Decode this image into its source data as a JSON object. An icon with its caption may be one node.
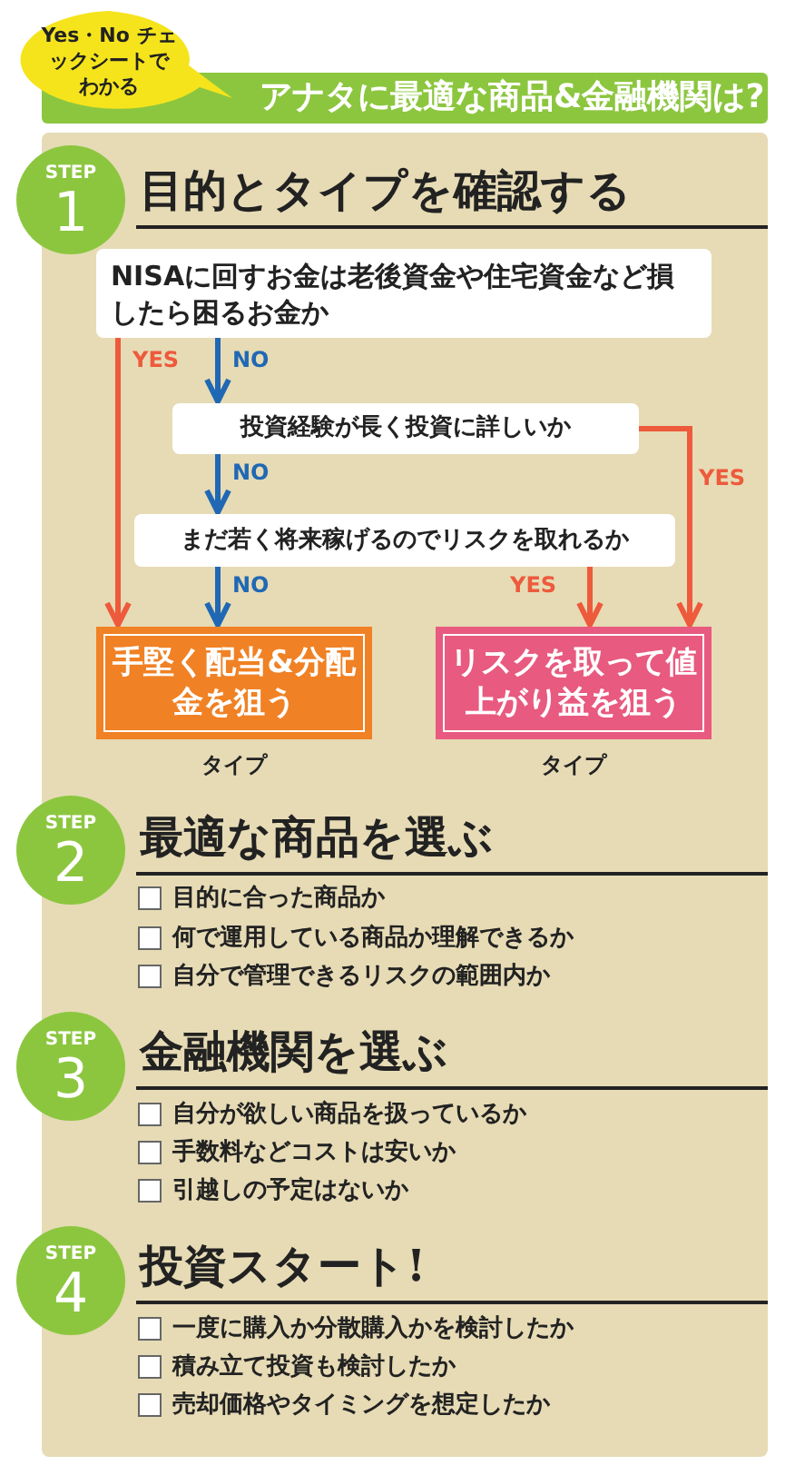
{
  "diagram": {
    "title": "アナタに最適な商品&金融機関は?",
    "nodes": [
      {
        "text": [
          "Yes・No チェックシートでわかる"
        ]
      },
      {
        "text": [],
        "shape": "box"
      },
      {
        "text": [
          "STEP",
          "1"
        ],
        "in": 1
      },
      {
        "text": [
          "NISAに回すお金は老後資金や住宅資金など損したら困るお金か"
        ],
        "in": 1
      },
      {
        "text": [
          "投資経験が長く投資に詳しいか"
        ],
        "in": 1
      },
      {
        "text": [
          "まだ若く将来稼げるのでリスクを取れるか"
        ],
        "in": 1
      },
      {
        "text": [
          "手堅く配当&分配金を狙う"
        ],
        "beside": [
          "タイプ"
        ],
        "in": 1
      },
      {
        "text": [
          "リスクを取って値上がり益を狙う"
        ],
        "beside": [
          "タイプ"
        ],
        "in": 1
      },
      {
        "text": [
          "STEP",
          "2"
        ],
        "in": 1
      },
      {
        "text": [
          "STEP",
          "3"
        ],
        "in": 1
      },
      {
        "text": [
          "STEP",
          "4"
        ],
        "in": 1
      }
    ],
    "edges": [
      {
        "from": 3,
        "to": 6,
        "arrow": "to",
        "label": "YES",
        "color": "#ee5a3c"
      },
      {
        "from": 3,
        "to": 4,
        "arrow": "to",
        "label": "NO",
        "color": "#2068b4"
      },
      {
        "from": 4,
        "to": 7,
        "arrow": "to",
        "label": "YES",
        "color": "#ee5a3c"
      },
      {
        "from": 4,
        "to": 5,
        "arrow": "to",
        "label": "NO",
        "color": "#2068b4"
      },
      {
        "from": 5,
        "to": 6,
        "arrow": "to",
        "label": "NO",
        "color": "#2068b4"
      },
      {
        "from": 5,
        "to": 7,
        "arrow": "to",
        "label": "YES",
        "color": "#ee5a3c"
      }
    ],
    "labels": [
      "目的とタイプを確認する",
      "最適な商品を選ぶ",
      "目的に合った商品か",
      "何で運用している商品か理解できるか",
      "自分で管理できるリスクの範囲内か",
      "金融機関を選ぶ",
      "自分が欲しい商品を扱っているか",
      "手数料などコストは安いか",
      "引越しの予定はないか",
      "投資スタート!",
      "一度に購入か分散購入かを検討したか",
      "積み立て投資も検討したか",
      "売却価格やタイミングを想定したか"
    ]
  }
}
